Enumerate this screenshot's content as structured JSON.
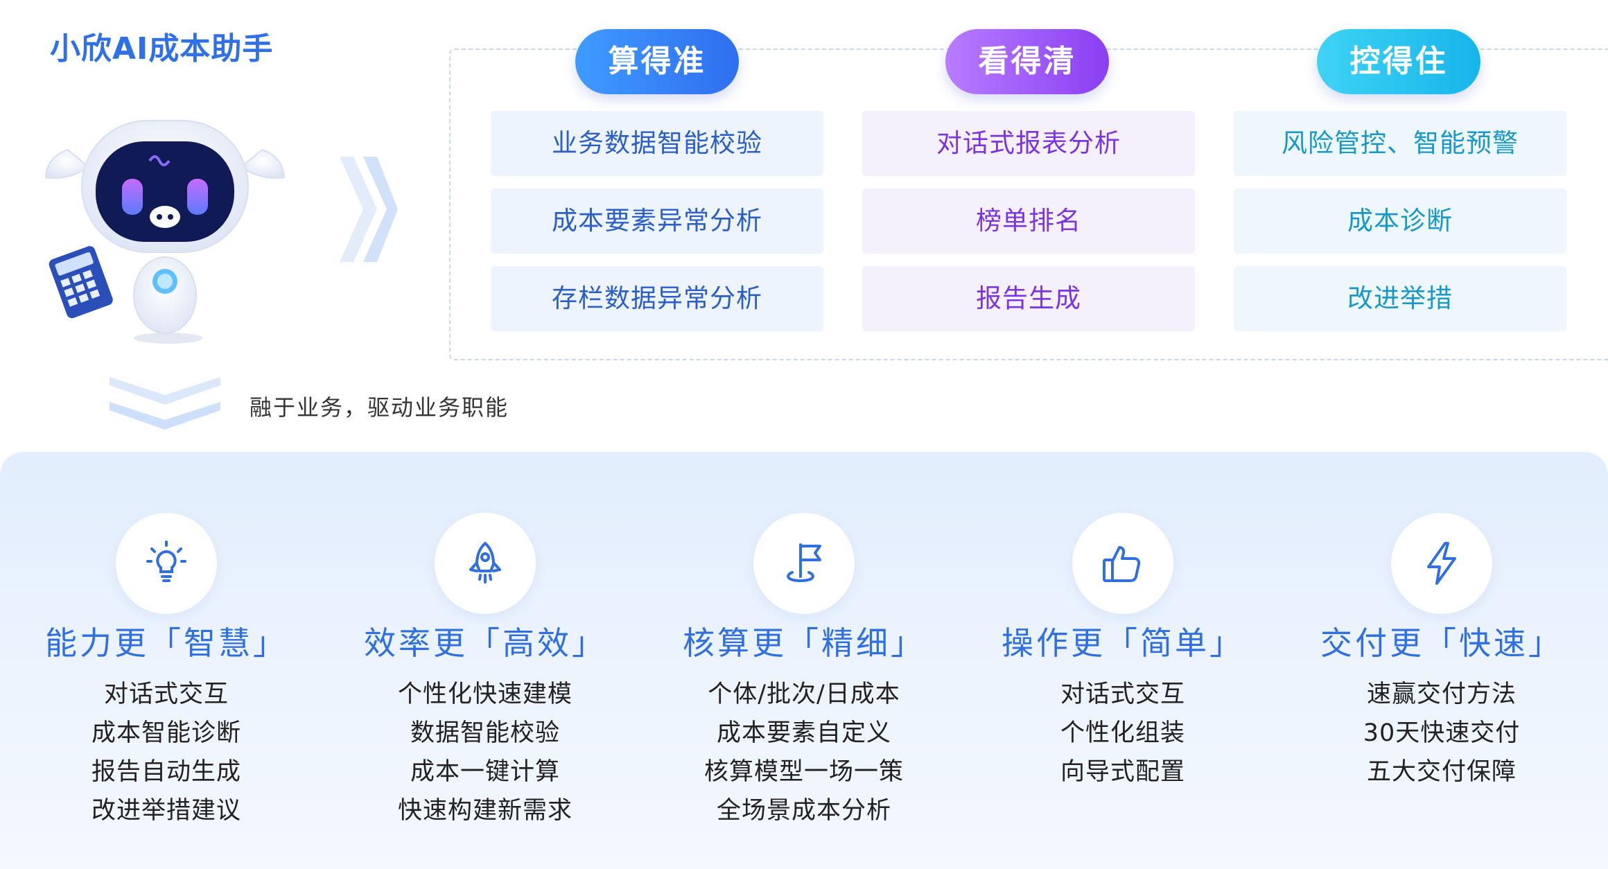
{
  "title": "小欣AI成本助手",
  "subtitle": "融于业务，驱动业务职能",
  "columns": [
    {
      "header": "算得准",
      "color": "#2f6ef0",
      "items": [
        "业务数据智能校验",
        "成本要素异常分析",
        "存栏数据异常分析"
      ]
    },
    {
      "header": "看得清",
      "color": "#8a3ff2",
      "items": [
        "对话式报表分析",
        "榜单排名",
        "报告生成"
      ]
    },
    {
      "header": "控得住",
      "color": "#16b5ea",
      "items": [
        "风险管控、智能预警",
        "成本诊断",
        "改进举措"
      ]
    }
  ],
  "features": [
    {
      "title": "能力更「智慧」",
      "icon": "lightbulb-icon",
      "items": [
        "对话式交互",
        "成本智能诊断",
        "报告自动生成",
        "改进举措建议"
      ]
    },
    {
      "title": "效率更「高效」",
      "icon": "rocket-icon",
      "items": [
        "个性化快速建模",
        "数据智能校验",
        "成本一键计算",
        "快速构建新需求"
      ]
    },
    {
      "title": "核算更「精细」",
      "icon": "flag-icon",
      "items": [
        "个体/批次/日成本",
        "成本要素自定义",
        "核算模型一场一策",
        "全场景成本分析"
      ]
    },
    {
      "title": "操作更「简单」",
      "icon": "thumbs-up-icon",
      "items": [
        "对话式交互",
        "个性化组装",
        "向导式配置"
      ]
    },
    {
      "title": "交付更「快速」",
      "icon": "lightning-icon",
      "items": [
        "速赢交付方法",
        "30天快速交付",
        "五大交付保障"
      ]
    }
  ],
  "accent_color": "#2f6fe0"
}
